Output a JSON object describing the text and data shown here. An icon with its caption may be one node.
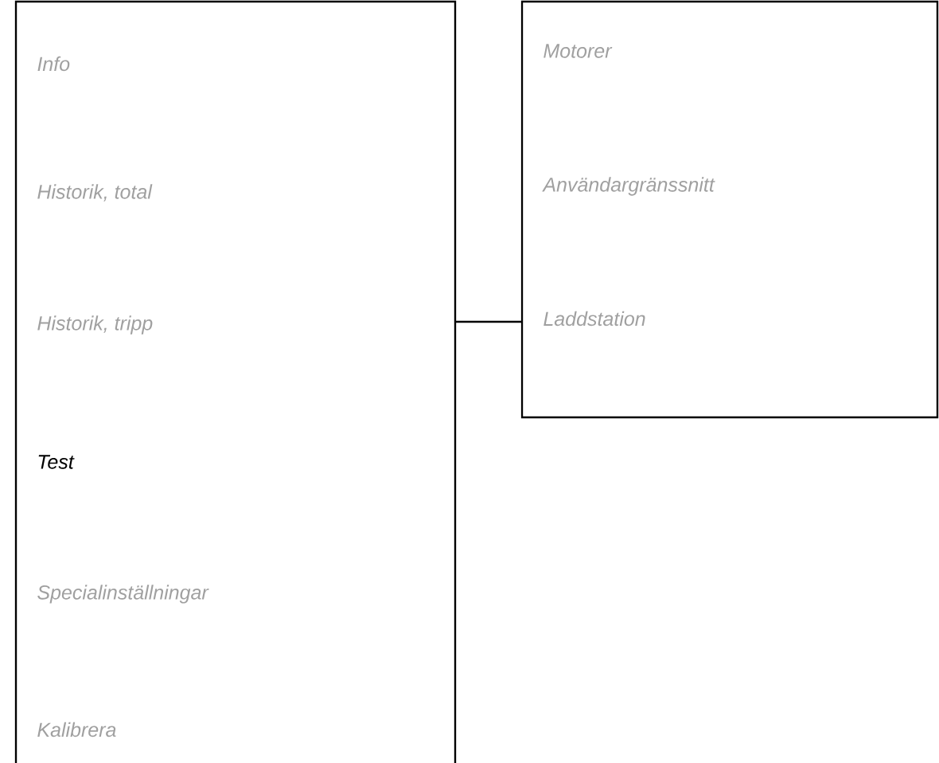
{
  "diagram": {
    "nodes": [
      {
        "text": [
          "Info",
          "Historik, total",
          "Historik, tripp",
          "Test",
          "Specialinställningar",
          "Kalibrera"
        ]
      },
      {
        "text": [
          "Motorer",
          "Användargränssnitt",
          "Laddstation"
        ]
      }
    ],
    "edges": [
      {
        "from": 0,
        "to": 1,
        "arrow": "none"
      }
    ]
  }
}
